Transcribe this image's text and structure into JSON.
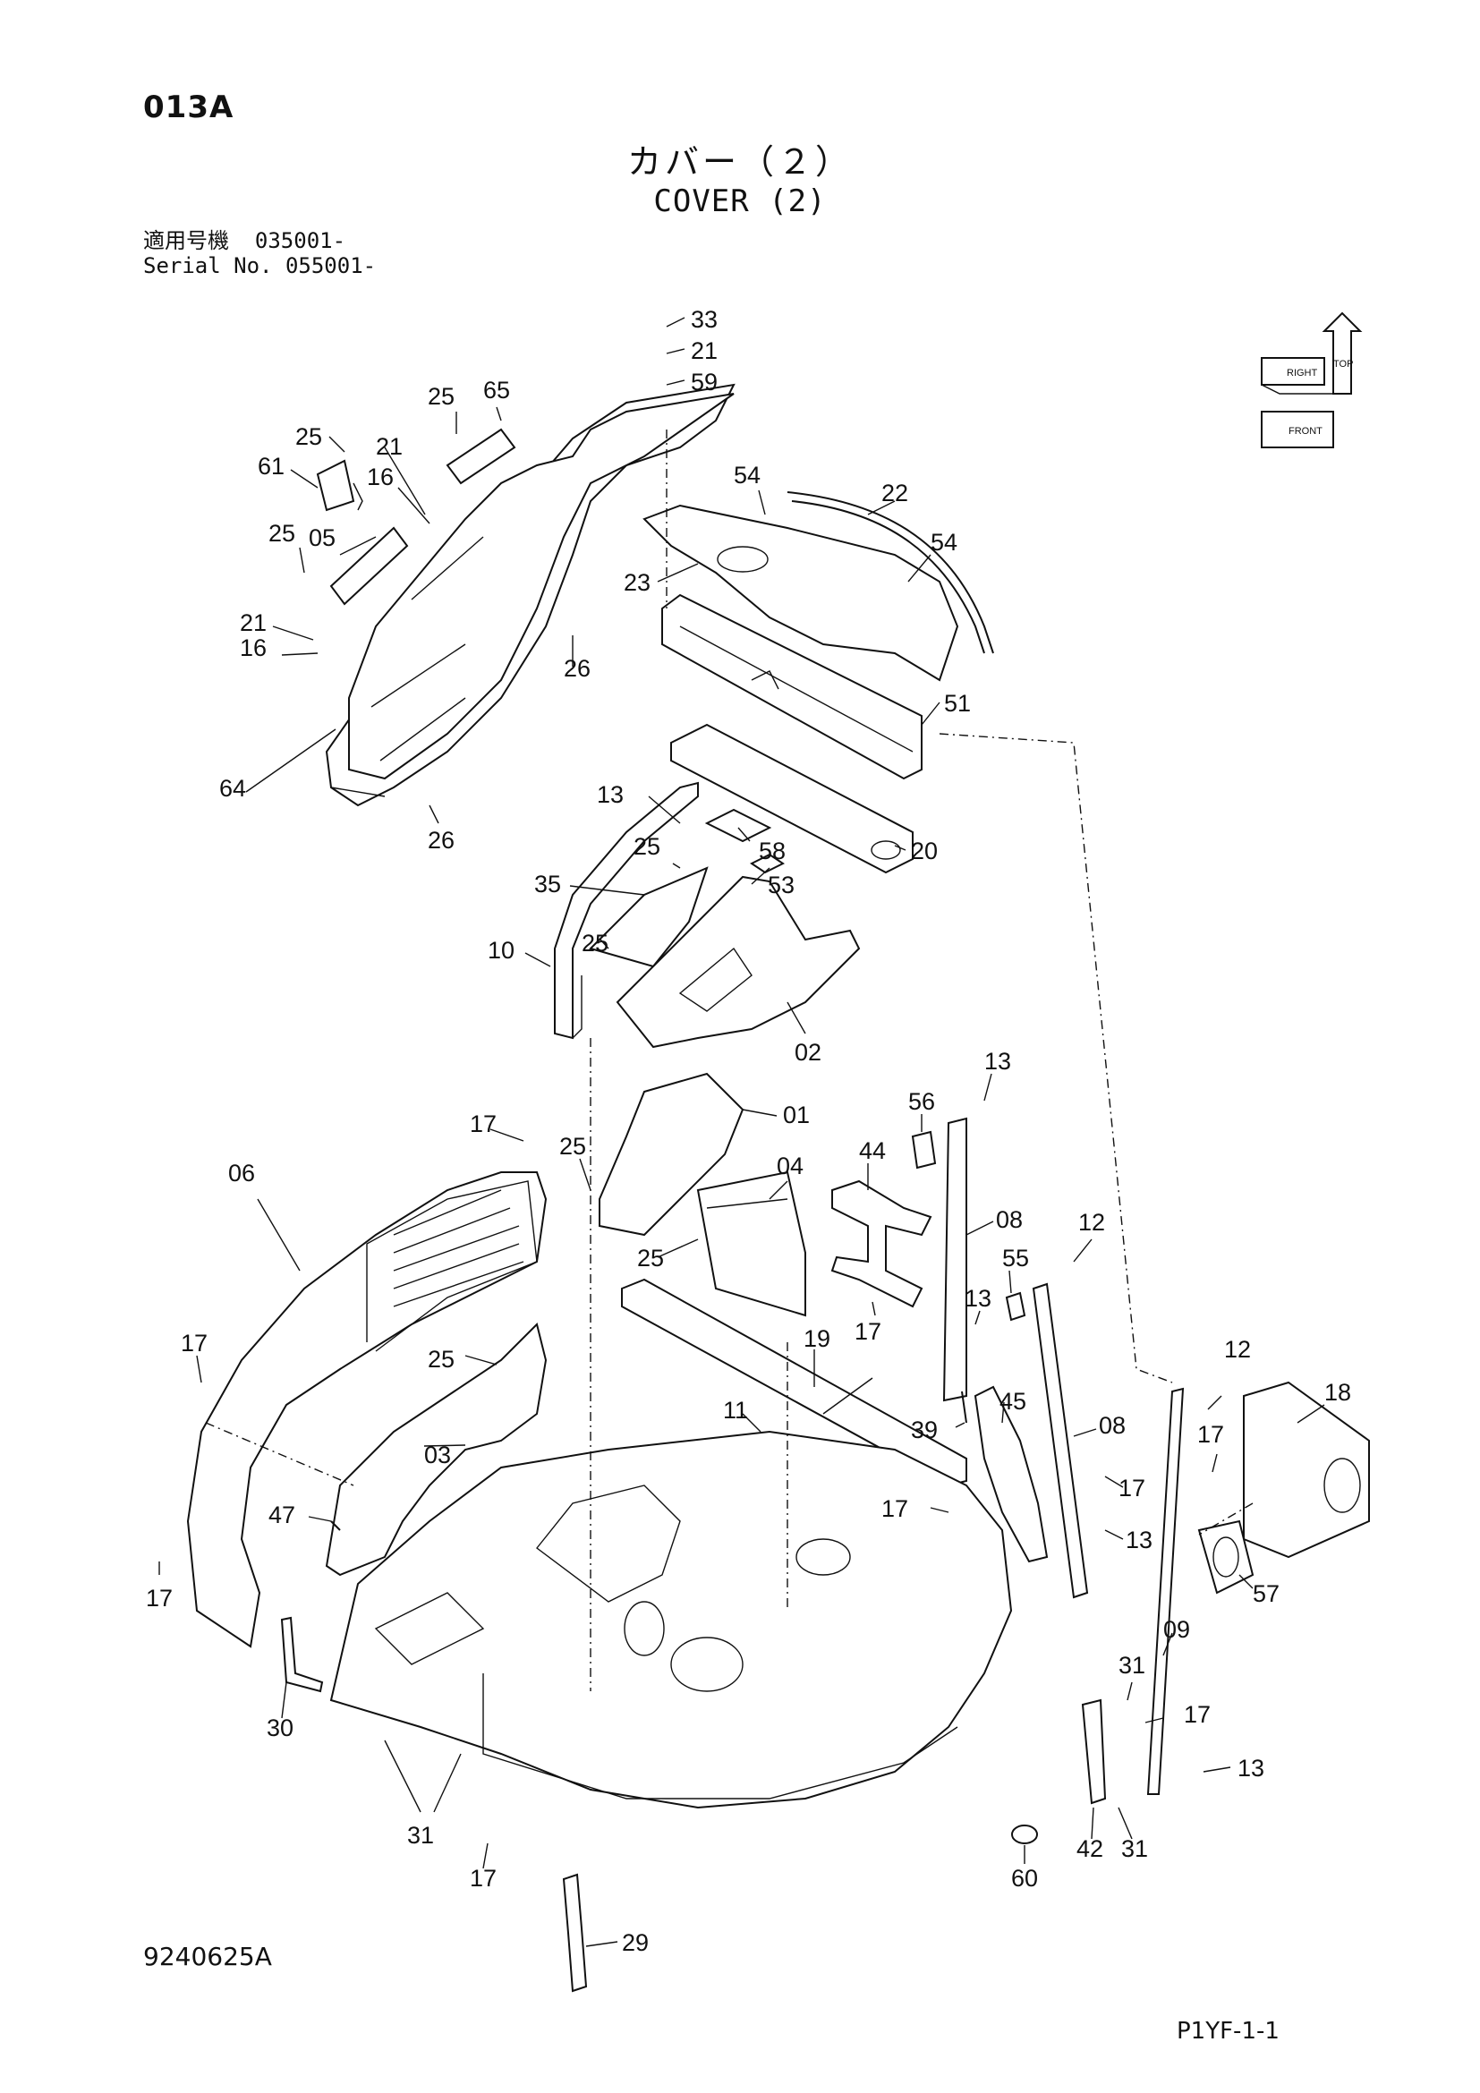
{
  "header": {
    "page_id": "013A",
    "title_jp": "カバー（２）",
    "title_en": "COVER (2)",
    "serial": [
      {
        "label": "適用号機",
        "value": "035001-"
      },
      {
        "label": "Serial No.",
        "value": "055001-"
      }
    ]
  },
  "footer": {
    "doc_number": "9240625A",
    "page_code": "P1YF-1-1"
  },
  "compass": {
    "top": "TOP",
    "right": "RIGHT",
    "front": "FRONT"
  },
  "callouts": {
    "c33": "33",
    "c21a": "21",
    "c59": "59",
    "c25a": "25",
    "c65": "65",
    "c25b": "25",
    "c21b": "21",
    "c61": "61",
    "c16a": "16",
    "c54a": "54",
    "c22": "22",
    "c25c": "25",
    "c05": "05",
    "c54b": "54",
    "c23": "23",
    "c21c": "21",
    "c16b": "16",
    "c26a": "26",
    "c51": "51",
    "c64": "64",
    "c26b": "26",
    "c13a": "13",
    "c58": "58",
    "c20": "20",
    "c25d": "25",
    "c53": "53",
    "c35": "35",
    "c25e": "25",
    "c10": "10",
    "c02": "02",
    "c13b": "13",
    "c56": "56",
    "c01": "01",
    "c17a": "17",
    "c25f": "25",
    "c44": "44",
    "c06": "06",
    "c04": "04",
    "c08a": "08",
    "c25g": "25",
    "c12a": "12",
    "c55": "55",
    "c13c": "13",
    "c17b": "17",
    "c19": "19",
    "c17c": "17",
    "c25h": "25",
    "c12b": "12",
    "c18": "18",
    "c11": "11",
    "c39": "39",
    "c45": "45",
    "c08b": "08",
    "c17d": "17",
    "c03": "03",
    "c17e": "17",
    "c47": "47",
    "c17f": "17",
    "c13d": "13",
    "c57": "57",
    "c17g": "17",
    "c09": "09",
    "c31a": "31",
    "c30": "30",
    "c17h": "17",
    "c13e": "13",
    "c31b": "31",
    "c42": "42",
    "c31c": "31",
    "c17i": "17",
    "c60": "60",
    "c29": "29"
  }
}
